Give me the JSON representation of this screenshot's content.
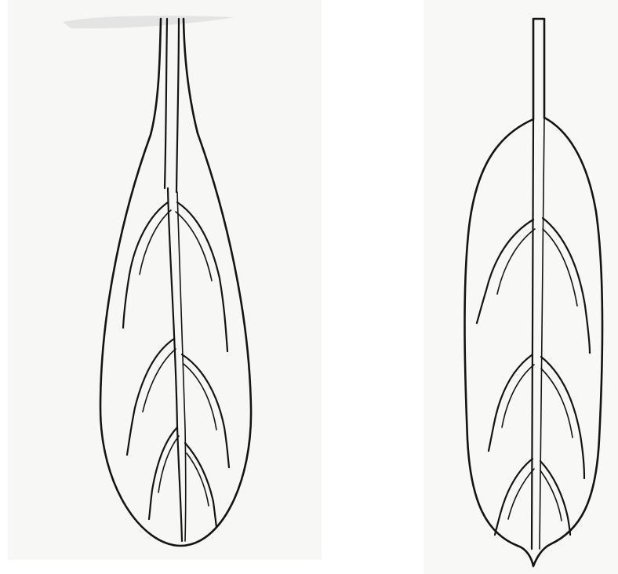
{
  "figure": {
    "panels": [
      {
        "id": "left",
        "subject": "leaf-outline-obovate",
        "icon": "leaf-icon"
      },
      {
        "id": "right",
        "subject": "leaf-outline-elliptic",
        "icon": "leaf-icon"
      }
    ],
    "colors": {
      "ink": "#141414",
      "paper_left": "#f7f7f5",
      "paper_right": "#f8f8f6",
      "smudge": "#c8c8c8"
    }
  }
}
